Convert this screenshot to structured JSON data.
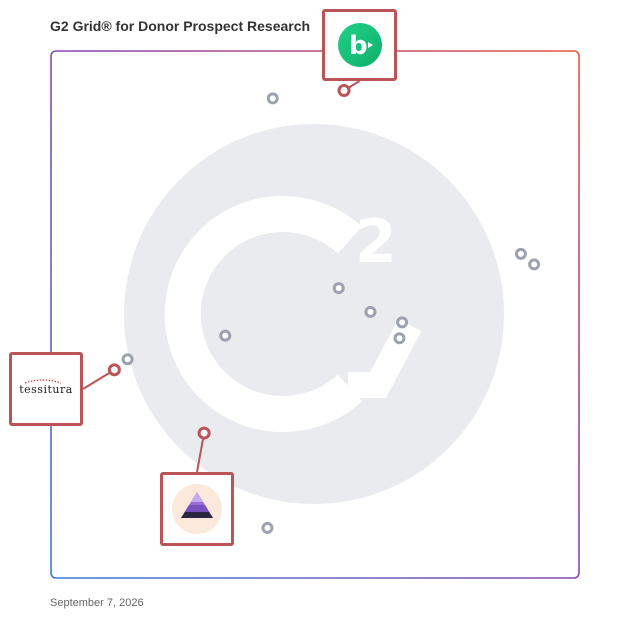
{
  "title": "G2 Grid® for Donor Prospect Research",
  "date": "September 7, 2026",
  "colors": {
    "frame_gradient": [
      "#3a7bd5",
      "#8e44ad",
      "#e8553a"
    ],
    "callout_border": "#b95457",
    "dot": "#9ca3ae",
    "watermark": "#e9ebef",
    "bloomerang_green": "#19c37d",
    "third_logo_purple": "#9b6bd6"
  },
  "logos": {
    "bloomerang": {
      "icon": "bloomerang-b-icon",
      "glyph": "b"
    },
    "tessitura": {
      "text": "tessitura",
      "icon": "tessitura-logo"
    },
    "third": {
      "icon": "purple-triangle-logo-icon"
    }
  },
  "chart_data": {
    "type": "scatter",
    "title": "G2 Grid® for Donor Prospect Research",
    "xlabel": "",
    "ylabel": "",
    "xlim": [
      0,
      100
    ],
    "ylim": [
      0,
      100
    ],
    "grid": "quadrants",
    "quadrant_dividers": {
      "x": 50,
      "y": 50
    },
    "points": [
      {
        "x": 42,
        "y": 91,
        "highlighted": false
      },
      {
        "x": 55.5,
        "y": 92.5,
        "highlighted": true,
        "logo": "bloomerang"
      },
      {
        "x": 89,
        "y": 61.5,
        "highlighted": false
      },
      {
        "x": 91.5,
        "y": 59.5,
        "highlighted": false
      },
      {
        "x": 54.5,
        "y": 55,
        "highlighted": false
      },
      {
        "x": 60.5,
        "y": 50.5,
        "highlighted": false
      },
      {
        "x": 66.5,
        "y": 48.5,
        "highlighted": false
      },
      {
        "x": 66,
        "y": 45.5,
        "highlighted": false
      },
      {
        "x": 33,
        "y": 46,
        "highlighted": false
      },
      {
        "x": 14.5,
        "y": 41.5,
        "highlighted": false
      },
      {
        "x": 12,
        "y": 39.5,
        "highlighted": true,
        "logo": "tessitura"
      },
      {
        "x": 29,
        "y": 27.5,
        "highlighted": true,
        "logo": "third"
      },
      {
        "x": 41,
        "y": 9.5,
        "highlighted": false
      }
    ]
  }
}
